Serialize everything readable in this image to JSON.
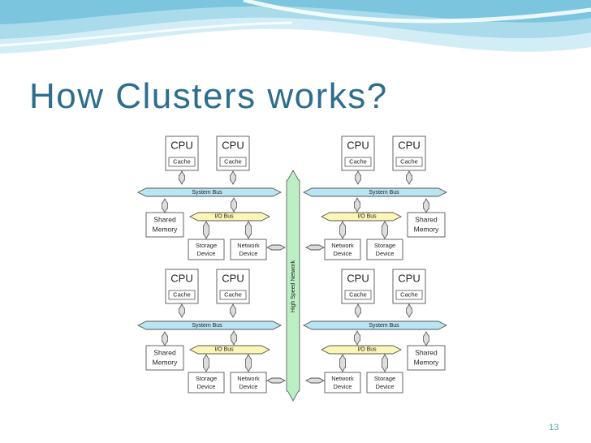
{
  "slide": {
    "title": "How Clusters works?",
    "number": "13"
  },
  "diagram": {
    "network_label": "High Speed Network",
    "node": {
      "cpu_label": "CPU",
      "cache_label": "Cache",
      "system_bus_label": "System Bus",
      "io_bus_label": "I/O Bus",
      "shared_memory_lines": [
        "Shared",
        "Memory"
      ],
      "storage_lines": [
        "Storage",
        "Device"
      ],
      "network_lines": [
        "Network",
        "Device"
      ]
    }
  },
  "colors": {
    "title": "#2e6e8c",
    "system_bus": "#b9e4f2",
    "io_bus": "#fbf6b5",
    "network": "#bdefc4",
    "box_stroke": "#555555"
  }
}
